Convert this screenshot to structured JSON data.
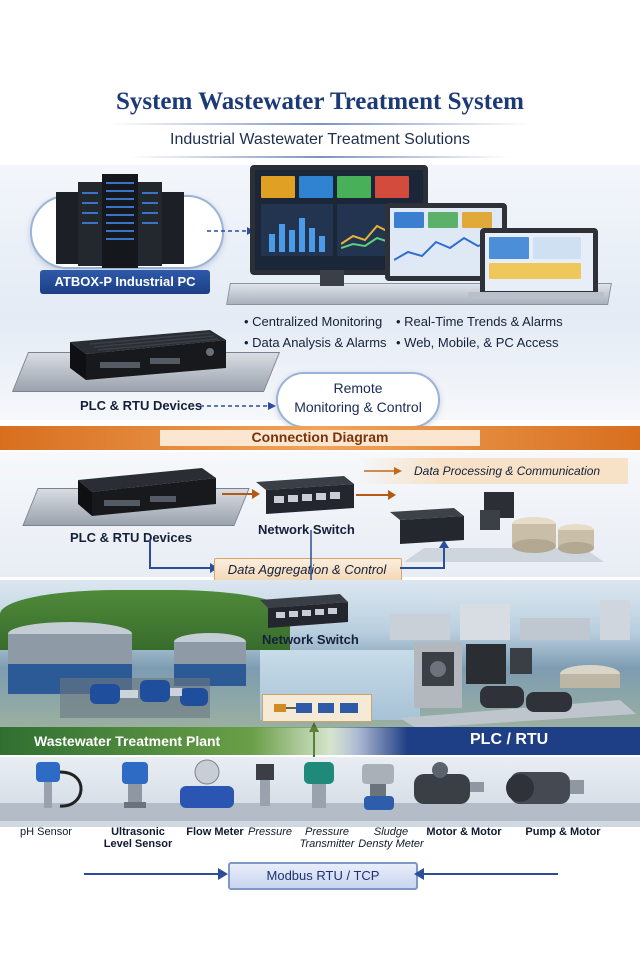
{
  "header": {
    "title": "System Wastewater Treatment System",
    "subtitle": "Industrial Wastewater Treatment Solutions"
  },
  "top": {
    "server_label": "ATBOX-P Industrial PC",
    "features": [
      "Centralized Monitoring",
      "Real-Time Trends & Alarms",
      "Data Analysis & Alarms",
      "Web, Mobile, & PC Access"
    ],
    "plc_label": "PLC & RTU Devices",
    "cloud_label_line1": "Remote",
    "cloud_label_line2": "Monitoring & Control"
  },
  "banner": {
    "label": "Connection Diagram"
  },
  "middle": {
    "data_processing": "Data Processing & Communication",
    "switch_label": "Network Switch",
    "plc_label": "PLC & RTU Devices",
    "aggregation": "Data Aggregation & Control",
    "switch_label_2": "Network Switch"
  },
  "plant": {
    "left_label": "Wastewater Treatment Plant",
    "right_label": "PLC / RTU"
  },
  "devices": [
    {
      "line1": "pH Sensor",
      "line2": ""
    },
    {
      "line1": "Ultrasonic",
      "line2": "Level Sensor"
    },
    {
      "line1": "Flow Meter",
      "line2": ""
    },
    {
      "line1": "Pressure",
      "line2": ""
    },
    {
      "line1": "Pressure",
      "line2": "Transmitter"
    },
    {
      "line1": "Sludge",
      "line2": "Densty Meter"
    },
    {
      "line1": "Motor & Motor",
      "line2": ""
    },
    {
      "line1": "Pump & Motor",
      "line2": ""
    }
  ],
  "footer": {
    "protocol": "Modbus RTU / TCP"
  },
  "colors": {
    "title": "#1d3a78",
    "banner": "#d86f1f",
    "plant_bar": "#2f6f31",
    "plc_bar": "#1e3e85"
  }
}
